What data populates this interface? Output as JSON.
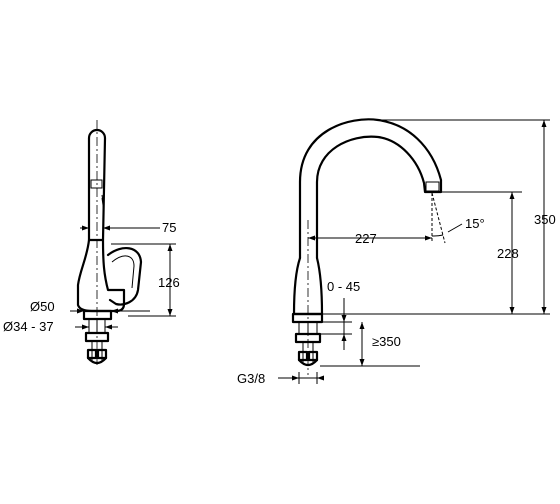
{
  "dimensions": {
    "side_offset": "75",
    "side_height": "126",
    "base_diameter": "Ø50",
    "hole_diameter": "Ø34 - 37",
    "reach": "227",
    "spout_height": "228",
    "total_height": "350",
    "counter_thickness": "0 - 45",
    "clearance": "≥350",
    "connection": "G3/8",
    "swivel_angle": "15°"
  },
  "colors": {
    "line": "#000000",
    "background": "#ffffff"
  }
}
